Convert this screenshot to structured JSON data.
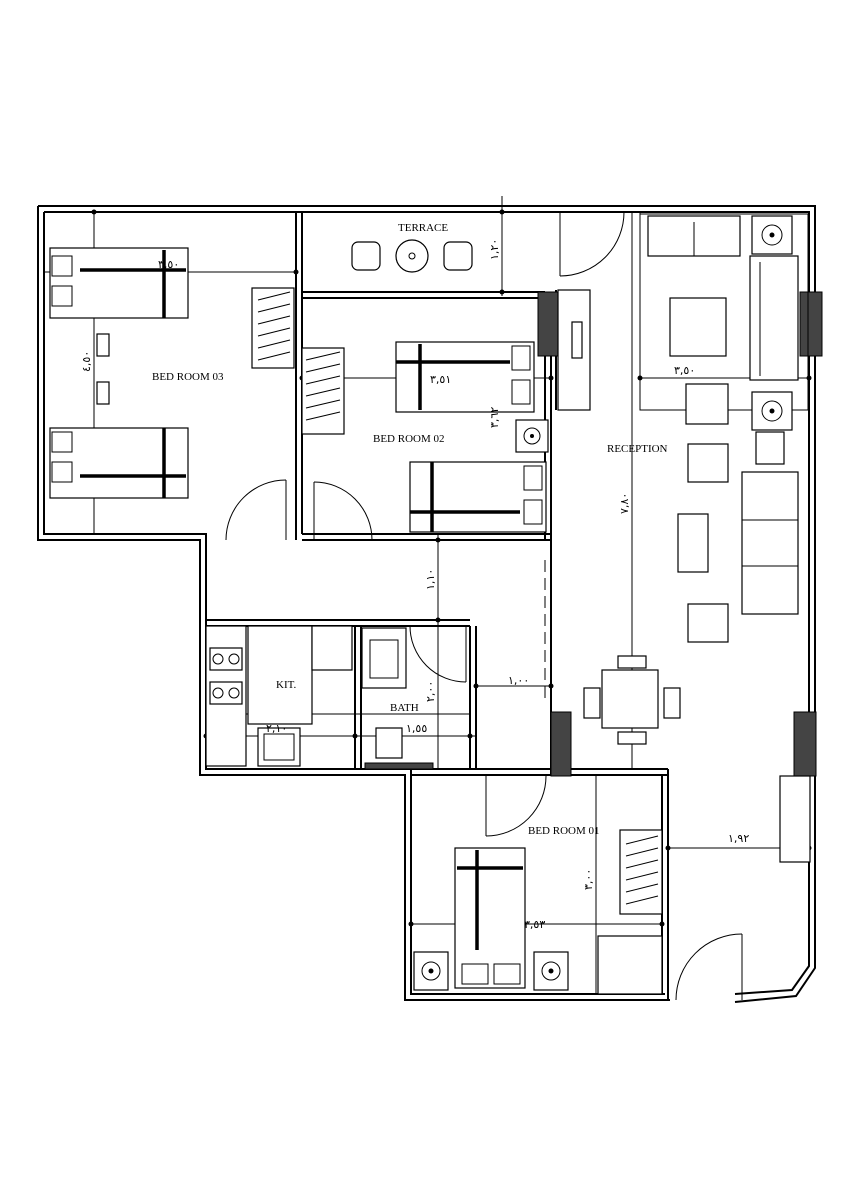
{
  "rooms": {
    "terrace": "TERRACE",
    "bed_room_03": "BED ROOM 03",
    "bed_room_02": "BED ROOM 02",
    "reception": "RECEPTION",
    "kitchen": "KIT.",
    "bath": "BATH",
    "bed_room_01": "BED ROOM 01"
  },
  "dimensions": {
    "br03_width": "٣,٥٠",
    "br03_height": "٤,٥٠",
    "terrace_height": "١,٢٠",
    "br02_width": "٣,٥١",
    "br02_depth": "٣,٦٢",
    "reception_width": "٣,٥٠",
    "reception_length": "٧,٨٠",
    "corridor": "١,١٠",
    "corridor2": "١,٠٠",
    "kit_width": "٢,١٠",
    "bath_width": "١,٥٥",
    "bath_height": "٢,٠٠",
    "br01_width": "٣,٥٣",
    "br01_height": "٣,٠٠",
    "entry_width": "١,٩٢"
  }
}
